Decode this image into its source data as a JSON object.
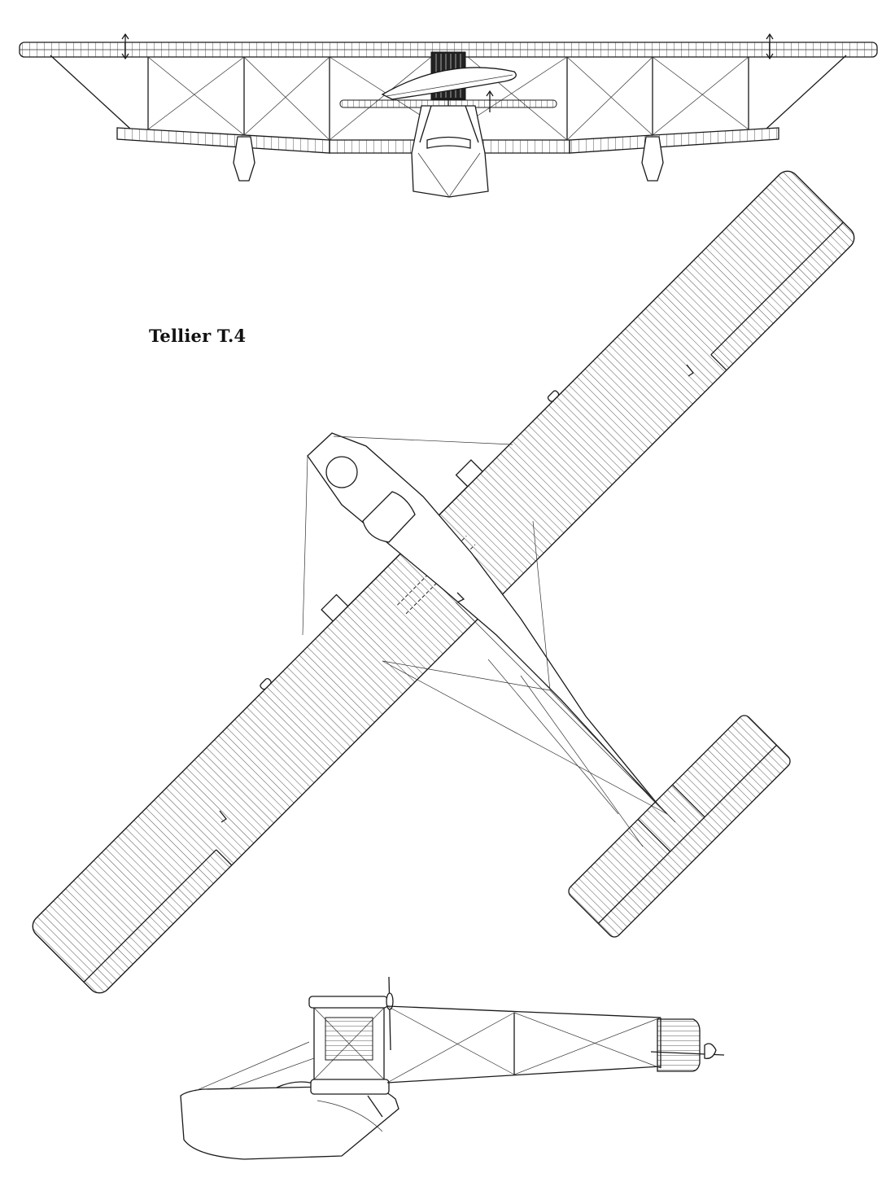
{
  "title": "Tellier T.4",
  "views": {
    "front": {
      "icon": "front-view-drawing"
    },
    "plan": {
      "icon": "plan-view-drawing"
    },
    "side": {
      "icon": "side-view-drawing"
    }
  }
}
